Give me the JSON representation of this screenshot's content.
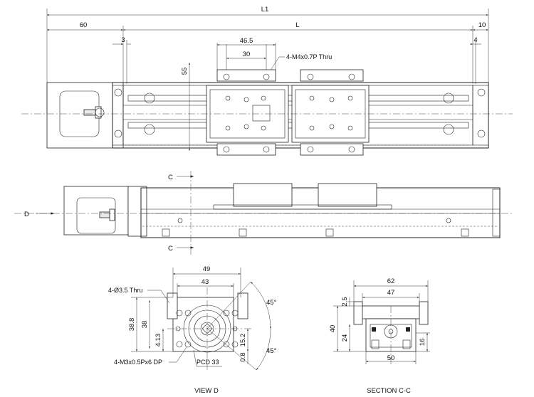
{
  "top_view": {
    "dimensions": {
      "overall": "L1",
      "stroke": "L",
      "motor_end": "60",
      "right_end": "10",
      "left_offset": "3",
      "right_offset": "4",
      "hole_pitch_outer": "46.5",
      "hole_pitch_inner": "30",
      "height": "55"
    },
    "callout": "4-M4x0.7P Thru"
  },
  "side_view": {
    "section_marker": "C",
    "view_marker": "D"
  },
  "view_d": {
    "caption": "VIEW D",
    "dimensions": {
      "width_outer": "49",
      "width_inner": "43",
      "height_outer": "38.8",
      "height_inner": "38",
      "left_offset": "4.13",
      "right_offset": "15.2",
      "bottom_offset": "0.8",
      "angle_top": "45°",
      "angle_bottom": "45°"
    },
    "callouts": {
      "thru_hole": "4-Ø3.5 Thru",
      "tapped_hole": "4-M3x0.5Px6 DP",
      "pcd": "PCD 33"
    }
  },
  "section_cc": {
    "caption": "SECTION C-C",
    "dimensions": {
      "width_outer": "62",
      "width_inner": "47",
      "height": "40",
      "top_offset": "2.5",
      "mid": "24",
      "right": "16",
      "bottom_width": "50"
    }
  }
}
